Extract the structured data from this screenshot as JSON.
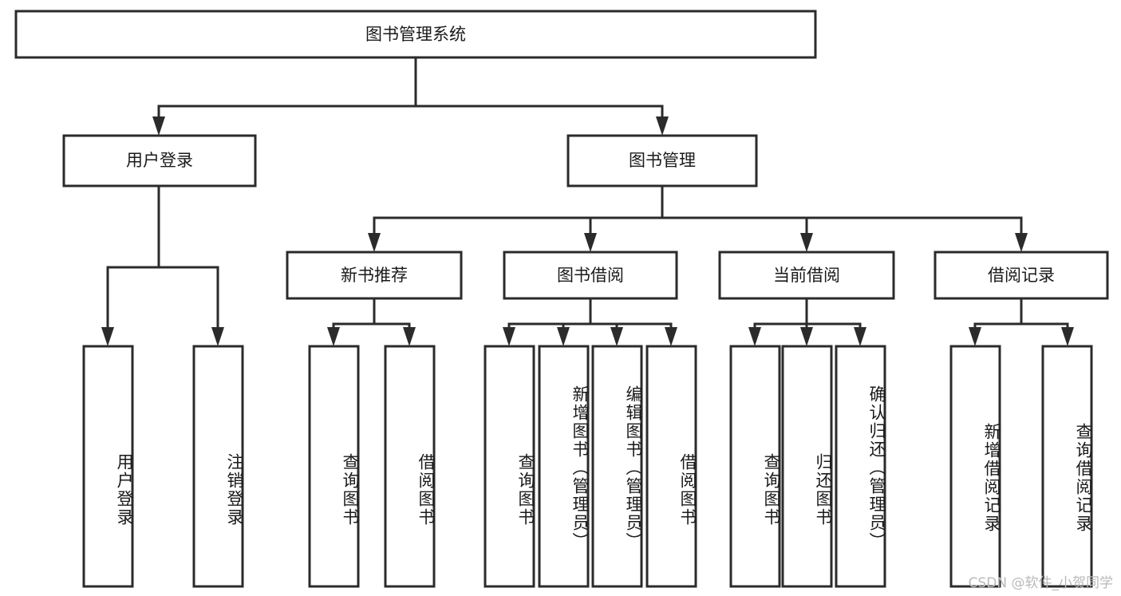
{
  "diagram": {
    "title": "图书管理系统",
    "type": "hierarchy-tree",
    "levels": 4,
    "root": {
      "id": "root",
      "label": "图书管理系统",
      "orientation": "horizontal"
    },
    "level2": [
      {
        "id": "user-login",
        "label": "用户登录",
        "orientation": "horizontal"
      },
      {
        "id": "book-manage",
        "label": "图书管理",
        "orientation": "horizontal"
      }
    ],
    "level3": [
      {
        "id": "new-book-rec",
        "label": "新书推荐",
        "orientation": "horizontal",
        "parent": "book-manage"
      },
      {
        "id": "book-borrow",
        "label": "图书借阅",
        "orientation": "horizontal",
        "parent": "book-manage"
      },
      {
        "id": "current-borrow",
        "label": "当前借阅",
        "orientation": "horizontal",
        "parent": "book-manage"
      },
      {
        "id": "borrow-record",
        "label": "借阅记录",
        "orientation": "horizontal",
        "parent": "book-manage"
      }
    ],
    "leaves": [
      {
        "id": "leaf-user-login",
        "label": "用户登录",
        "parent": "user-login",
        "orientation": "vertical"
      },
      {
        "id": "leaf-logout-login",
        "label": "注销登录",
        "parent": "user-login",
        "orientation": "vertical"
      },
      {
        "id": "leaf-query-book-1",
        "label": "查询图书",
        "parent": "new-book-rec",
        "orientation": "vertical"
      },
      {
        "id": "leaf-borrow-book-1",
        "label": "借阅图书",
        "parent": "new-book-rec",
        "orientation": "vertical"
      },
      {
        "id": "leaf-query-book-2",
        "label": "查询图书",
        "parent": "book-borrow",
        "orientation": "vertical"
      },
      {
        "id": "leaf-add-book",
        "label": "新增图书（管理员）",
        "parent": "book-borrow",
        "orientation": "vertical"
      },
      {
        "id": "leaf-edit-book",
        "label": "编辑图书（管理员）",
        "parent": "book-borrow",
        "orientation": "vertical"
      },
      {
        "id": "leaf-borrow-book-2",
        "label": "借阅图书",
        "parent": "book-borrow",
        "orientation": "vertical"
      },
      {
        "id": "leaf-query-book-3",
        "label": "查询图书",
        "parent": "current-borrow",
        "orientation": "vertical"
      },
      {
        "id": "leaf-return-book",
        "label": "归还图书",
        "parent": "current-borrow",
        "orientation": "vertical"
      },
      {
        "id": "leaf-confirm-return",
        "label": "确认归还（管理员）",
        "parent": "current-borrow",
        "orientation": "vertical"
      },
      {
        "id": "leaf-add-record",
        "label": "新增借阅记录",
        "parent": "borrow-record",
        "orientation": "vertical"
      },
      {
        "id": "leaf-query-record",
        "label": "查询借阅记录",
        "parent": "borrow-record",
        "orientation": "vertical"
      }
    ]
  },
  "watermark": {
    "text": "CSDN @软件_小贺同学"
  },
  "colors": {
    "stroke": "#2b2b2b",
    "fill": "#ffffff",
    "text": "#1a1a1a",
    "watermark": "#b9b9b9"
  }
}
